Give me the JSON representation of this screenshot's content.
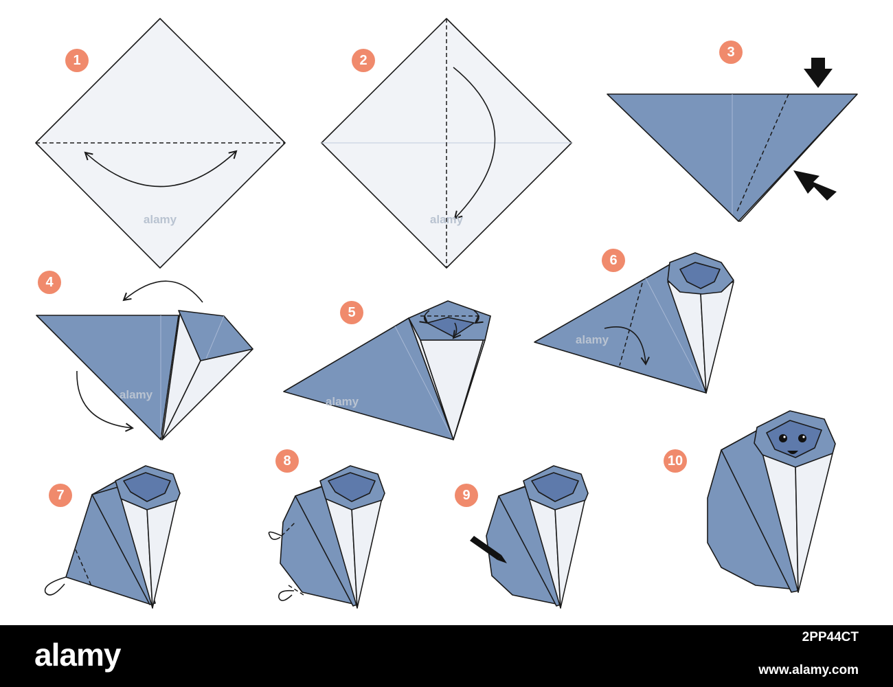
{
  "steps": [
    "1",
    "2",
    "3",
    "4",
    "5",
    "6",
    "7",
    "8",
    "9",
    "10"
  ],
  "colors": {
    "badge": "#f08a6c",
    "paper_blue": "#7a95bb",
    "paper_dark_blue": "#5e7aab",
    "paper_white": "#f1f3f7",
    "footer_background": "#000000"
  },
  "watermark": "alamy",
  "footer": {
    "logo": "alamy",
    "image_id": "2PP44CT",
    "url": "www.alamy.com"
  }
}
